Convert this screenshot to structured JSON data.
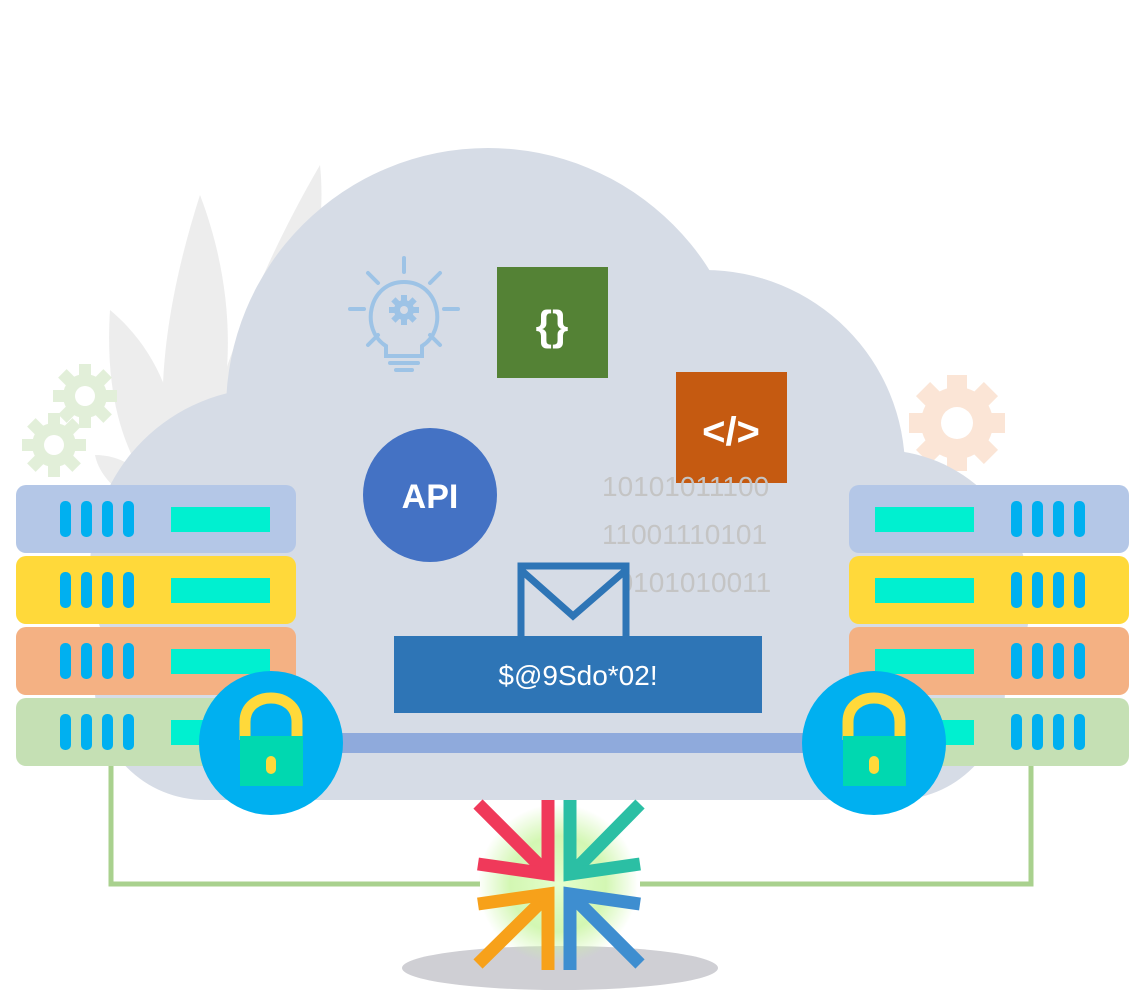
{
  "labels": {
    "api": "API",
    "json_braces": "{}",
    "code_tag": "</>",
    "password": "$@9Sdo*02!",
    "binary": [
      "10101011100",
      "11001110101",
      "00101010011"
    ]
  },
  "icons": {
    "cloud": "cloud-icon",
    "lightbulb": "lightbulb-gear-icon",
    "json": "curly-braces-icon",
    "code": "code-tag-icon",
    "api": "api-badge-icon",
    "envelope": "envelope-icon",
    "lock": "padlock-icon",
    "server": "server-rack-icon",
    "gear": "gear-icon",
    "leaves": "leaf-decoration-icon",
    "connector": "converging-arrows-icon"
  },
  "colors": {
    "cloud": "#d6dce6",
    "api_badge": "#4472c4",
    "json_box": "#548235",
    "code_box": "#c55a11",
    "password_bar": "#2e75b6",
    "lock_circle": "#00b0f0",
    "lock_body": "#00d8b0",
    "lock_shackle": "#ffd93a",
    "server_blue": "#b4c7e7",
    "server_yellow": "#ffd93a",
    "server_orange": "#f4b183",
    "server_green": "#c5e0b4",
    "binary_text": "#c4c4c4",
    "arrow_red": "#f0395a",
    "arrow_teal": "#2bbfa4",
    "arrow_orange": "#f7a11a",
    "arrow_blue": "#3e8ed0",
    "connector_line": "#a9d18e"
  }
}
